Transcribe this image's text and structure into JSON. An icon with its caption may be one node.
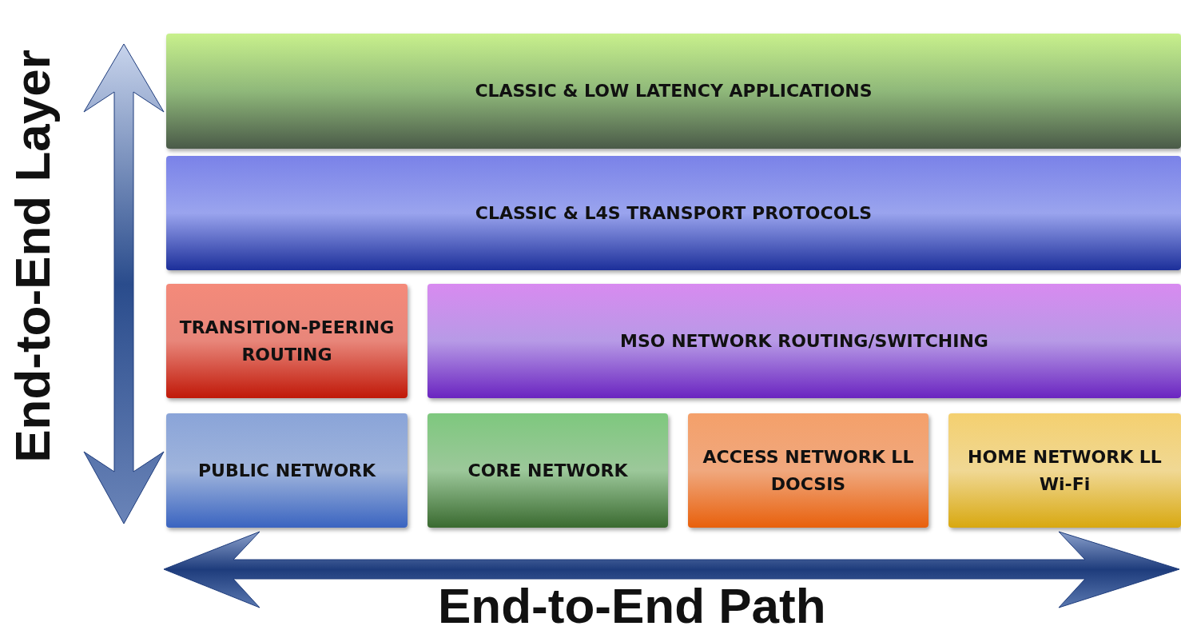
{
  "diagram": {
    "nodes": [
      {
        "text": [
          "CLASSIC & LOW LATENCY APPLICATIONS"
        ]
      },
      {
        "text": [
          "CLASSIC & L4S TRANSPORT PROTOCOLS"
        ]
      },
      {
        "text": [
          "TRANSITION-PEERING ROUTING"
        ]
      },
      {
        "text": [
          "MSO NETWORK ROUTING/SWITCHING"
        ]
      },
      {
        "text": [
          "PUBLIC NETWORK"
        ]
      },
      {
        "text": [
          "CORE NETWORK"
        ]
      },
      {
        "text": [
          "ACCESS NETWORK LL DOCSIS"
        ]
      },
      {
        "text": [
          "HOME NETWORK LL Wi-Fi"
        ]
      }
    ],
    "edges": [],
    "labels": [
      "End-to-End Layer",
      "End-to-End Path"
    ]
  }
}
